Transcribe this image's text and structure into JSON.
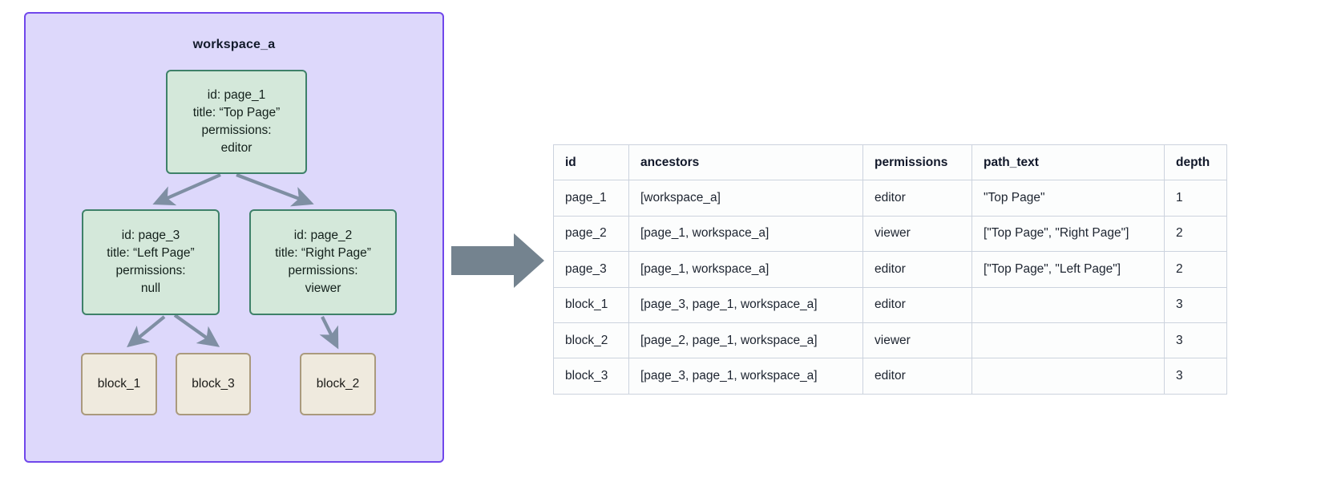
{
  "workspace": {
    "title": "workspace_a",
    "border_color": "#7047eb",
    "fill_color": "#ddd8fb"
  },
  "tree": {
    "page_node_fill": "#d4e8da",
    "page_node_border": "#3e8169",
    "block_node_fill": "#efeade",
    "block_node_border": "#aa9a7d",
    "edge_color": "#7f8fa3",
    "nodes": [
      {
        "key": "page_1",
        "id_line": "id: page_1",
        "title_line": "title: “Top Page”",
        "perm_label": "permissions:",
        "perm_value": "editor"
      },
      {
        "key": "page_3",
        "id_line": "id: page_3",
        "title_line": "title: “Left Page”",
        "perm_label": "permissions:",
        "perm_value": "null"
      },
      {
        "key": "page_2",
        "id_line": "id: page_2",
        "title_line": "title: “Right Page”",
        "perm_label": "permissions:",
        "perm_value": "viewer"
      },
      {
        "key": "block_1",
        "label": "block_1"
      },
      {
        "key": "block_3",
        "label": "block_3"
      },
      {
        "key": "block_2",
        "label": "block_2"
      }
    ]
  },
  "transition": {
    "icon": "right-block-arrow",
    "color": "#74838f"
  },
  "table": {
    "columns": [
      "id",
      "ancestors",
      "permissions",
      "path_text",
      "depth"
    ],
    "rows": [
      {
        "id": "page_1",
        "ancestors": "[workspace_a]",
        "permissions": "editor",
        "path_text": "\"Top Page\"",
        "depth": "1"
      },
      {
        "id": "page_2",
        "ancestors": "[page_1, workspace_a]",
        "permissions": "viewer",
        "path_text": "[\"Top Page\", \"Right Page\"]",
        "depth": "2"
      },
      {
        "id": "page_3",
        "ancestors": "[page_1, workspace_a]",
        "permissions": "editor",
        "path_text": "[\"Top Page\", \"Left Page\"]",
        "depth": "2"
      },
      {
        "id": "block_1",
        "ancestors": "[page_3, page_1, workspace_a]",
        "permissions": "editor",
        "path_text": "",
        "depth": "3"
      },
      {
        "id": "block_2",
        "ancestors": "[page_2, page_1, workspace_a]",
        "permissions": "viewer",
        "path_text": "",
        "depth": "3"
      },
      {
        "id": "block_3",
        "ancestors": "[page_3, page_1, workspace_a]",
        "permissions": "editor",
        "path_text": "",
        "depth": "3"
      }
    ]
  }
}
